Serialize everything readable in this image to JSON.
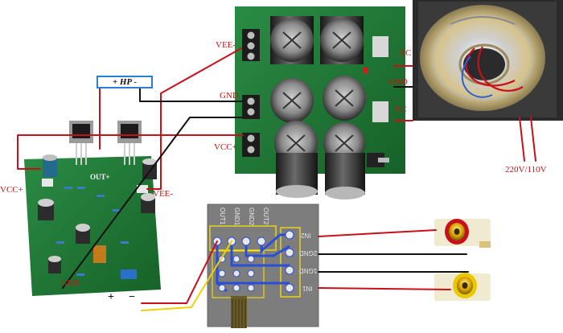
{
  "labels": {
    "vee_top": "VEE-",
    "gnd_top": "GND",
    "vcc_top": "VCC+",
    "ac_top": "AC",
    "gnd_mid": "GND",
    "ac_bottom": "AC",
    "mains": "220V/110V",
    "hp": "+ HP -",
    "vcc_left": "VCC+",
    "vee_left": "VEE-",
    "gnd_bottom": "GND",
    "out_plus": "OUT+",
    "plus_sign": "+",
    "minus_sign": "−"
  },
  "selector_board": {
    "top_labels": [
      "OUT1",
      "GND1",
      "GND2",
      "OUT2"
    ],
    "side_labels": [
      "IN2",
      "2GND",
      "1GND",
      "IN1"
    ]
  },
  "colors": {
    "wire_red": "#c8101a",
    "wire_black": "#111111",
    "wire_yellow": "#f0d000",
    "wire_white": "#f4f4f4",
    "pcb_green": "#1f7a35",
    "selector_grey": "#7d7d7d",
    "hp_border": "#2a7fd4"
  }
}
